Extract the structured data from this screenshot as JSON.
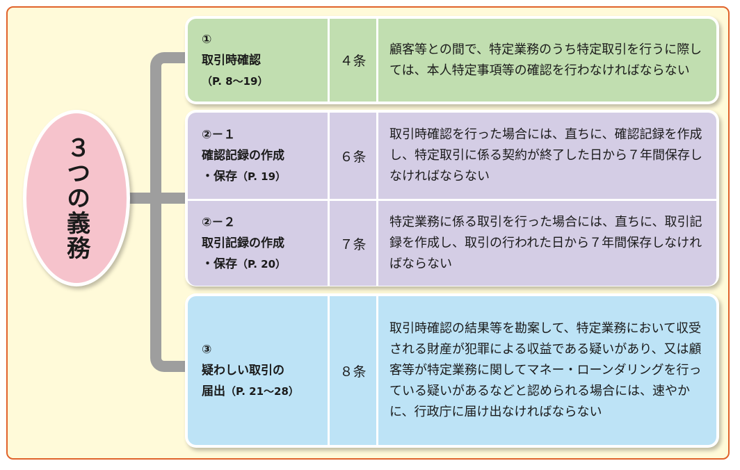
{
  "center_label": "３つの義務",
  "duties": [
    {
      "number": "①",
      "title": "取引時確認",
      "pages": "（P. 8～19）",
      "article": "４条",
      "description": "顧客等との間で、特定業務のうち特定取引を行うに際しては、本人特定事項等の確認を行わなければならない"
    },
    {
      "number": "②－１",
      "title": "確認記録の作成",
      "title2": "・保存",
      "pages": "（P. 19）",
      "article": "６条",
      "description": "取引時確認を行った場合には、直ちに、確認記録を作成し、特定取引に係る契約が終了した日から７年間保存しなければならない"
    },
    {
      "number": "②－２",
      "title": "取引記録の作成",
      "title2": "・保存",
      "pages": "（P. 20）",
      "article": "７条",
      "description": "特定業務に係る取引を行った場合には、直ちに、取引記録を作成し、取引の行われた日から７年間保存しなければならない"
    },
    {
      "number": "③",
      "title": "疑わしい取引の",
      "title2": "届出",
      "pages": "（P. 21～28）",
      "article": "８条",
      "description": "取引時確認の結果等を勘案して、特定業務において収受される財産が犯罪による収益である疑いがあり、又は顧客等が特定業務に関してマネー・ローンダリングを行っている疑いがあるなどと認められる場合には、速やかに、行政庁に届け出なければならない"
    }
  ],
  "colors": {
    "frame_border": "#e0622a",
    "frame_bg": "#fffad9",
    "oval": "#f6c3cc",
    "duty1": "#c1deb0",
    "duty2": "#d4cde5",
    "duty3": "#bde3f6",
    "connector": "#9e9e9e"
  }
}
